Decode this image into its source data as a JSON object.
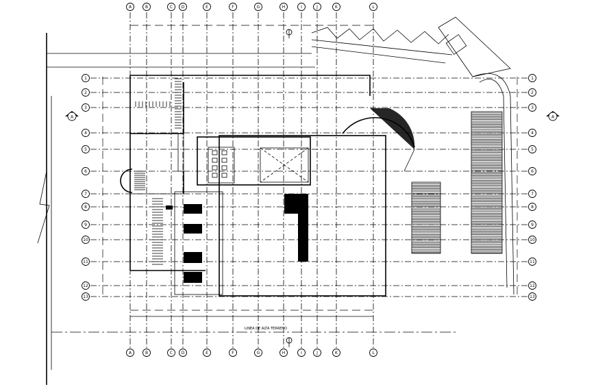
{
  "drawing": {
    "col_labels": [
      "A",
      "B",
      "C",
      "D",
      "E",
      "F",
      "G",
      "H",
      "I",
      "J",
      "K",
      "L"
    ],
    "row_labels": [
      "1",
      "2",
      "3",
      "4",
      "5",
      "6",
      "7",
      "8",
      "9",
      "10",
      "11",
      "12",
      "13"
    ],
    "section_marker": "A",
    "terrain_line_label": "LINEA DE ALTA TERRENO",
    "colors": {
      "ink": "#000000",
      "background": "#ffffff"
    },
    "icons": [
      "north-arrow-icon",
      "section-marker-icon"
    ]
  }
}
